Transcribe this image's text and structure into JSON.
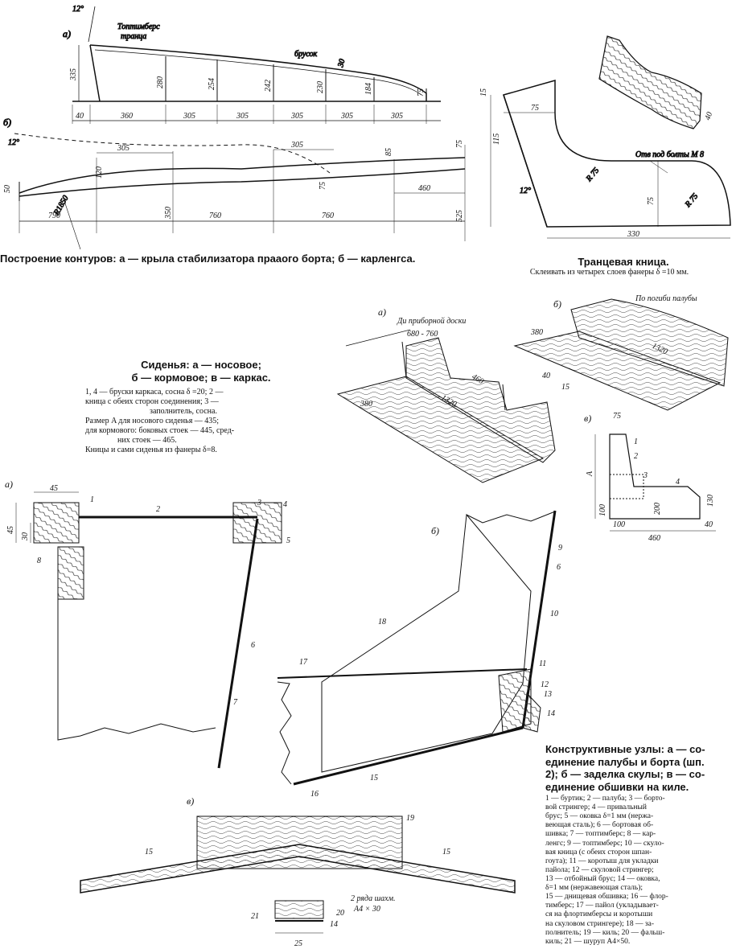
{
  "captions": {
    "contours_title": "Построение контуров: а — крыла стабилизатора праaого борта; б — карленгса.",
    "transom_title": "Транцевая кница.",
    "transom_note": "Склеивать из четырех слоев фанеры δ =10 мм.",
    "seats_title_1": "Сиденья: а — носовое;",
    "seats_title_2": "б — кормовое; в — каркас.",
    "seats_body": [
      "1, 4 — бруски каркаса, сосна δ =20; 2 —",
      "кница с обеих сторон соединения; 3 —",
      "заполнитель, сосна.",
      "Размер A для носового сиденья — 435;",
      "для кормового: боковых стоек — 445, сред-",
      "них стоек — 465.",
      "Кницы и сами сиденья из фанеры δ=8."
    ],
    "nodes_title": [
      "Конструктивные узлы: а — со-",
      "единение палубы и борта (шп.",
      "2); б — заделка скулы; в — со-",
      "единение обшивки на киле."
    ],
    "nodes_legend": [
      "1 — буртик; 2 — палуба; 3 — борто-",
      "вой стрингер; 4 — привальный",
      "брус; 5 — оковка δ=1 мм (нержа-",
      "веющая сталь); 6 — бортовая об-",
      "шивка; 7 — топтимберс; 8 — кар-",
      "ленгс; 9 — топтимберс; 10 — скуло-",
      "вая кница (с обеих сторон шпан-",
      "гоута); 11 — коротыш для укладки",
      "пайола; 12 — скуловой стрингер;",
      "13 — отбойный брус; 14 — оковка,",
      "δ=1 мм (нержавеющая сталь);",
      "15 — днищевая обшивка; 16 — флор-",
      "тимберс; 17 — пайол (укладывает-",
      "ся на флортимберсы и коротыши",
      "на скуловом стрингере); 18 — за-",
      "полнитель; 19 — киль; 20 — фальш-",
      "киль; 21 — шуруп А4×50."
    ]
  },
  "labels": {
    "a": "а)",
    "b": "б)",
    "v": "в)",
    "toptimbers_transom_1": "Топтимберс",
    "toptimbers_transom_2": "транца",
    "brusok": "брусок",
    "angle12": "12°",
    "r75": "R 75",
    "bolt_holes": "Отв под болты М 8",
    "r1850": "R1850",
    "dashboard": "Ди приборной доски",
    "dashboard_range": "680 - 760",
    "backrest_bend": "По погиби палубы",
    "letter_A": "A",
    "rows_screws": "2 ряда шахм.",
    "screw_size": "А4 × 30"
  },
  "dims": {
    "wing_heights": [
      "335",
      "280",
      "254",
      "242",
      "230",
      "184",
      "75"
    ],
    "wing_bottom": [
      "40",
      "360",
      "305",
      "305",
      "305",
      "305",
      "305"
    ],
    "wing_30": "30",
    "karl": [
      "50",
      "305",
      "120",
      "305",
      "85",
      "75",
      "75",
      "460",
      "525",
      "350",
      "790",
      "760",
      "760"
    ],
    "transom": [
      "15",
      "75",
      "115",
      "75",
      "330",
      "40"
    ],
    "seat": [
      "380",
      "460",
      "1320",
      "40",
      "15",
      "380",
      "1320",
      "75",
      "100",
      "200",
      "130",
      "100",
      "40",
      "460"
    ],
    "node_a": [
      "45",
      "45",
      "30"
    ],
    "node_v": [
      "25"
    ]
  },
  "parts": [
    "1",
    "2",
    "3",
    "4",
    "5",
    "6",
    "7",
    "8",
    "9",
    "6",
    "10",
    "11",
    "12",
    "13",
    "14",
    "15",
    "16",
    "17",
    "18",
    "19",
    "15",
    "15",
    "20",
    "21",
    "14",
    "1",
    "2",
    "3",
    "4"
  ]
}
